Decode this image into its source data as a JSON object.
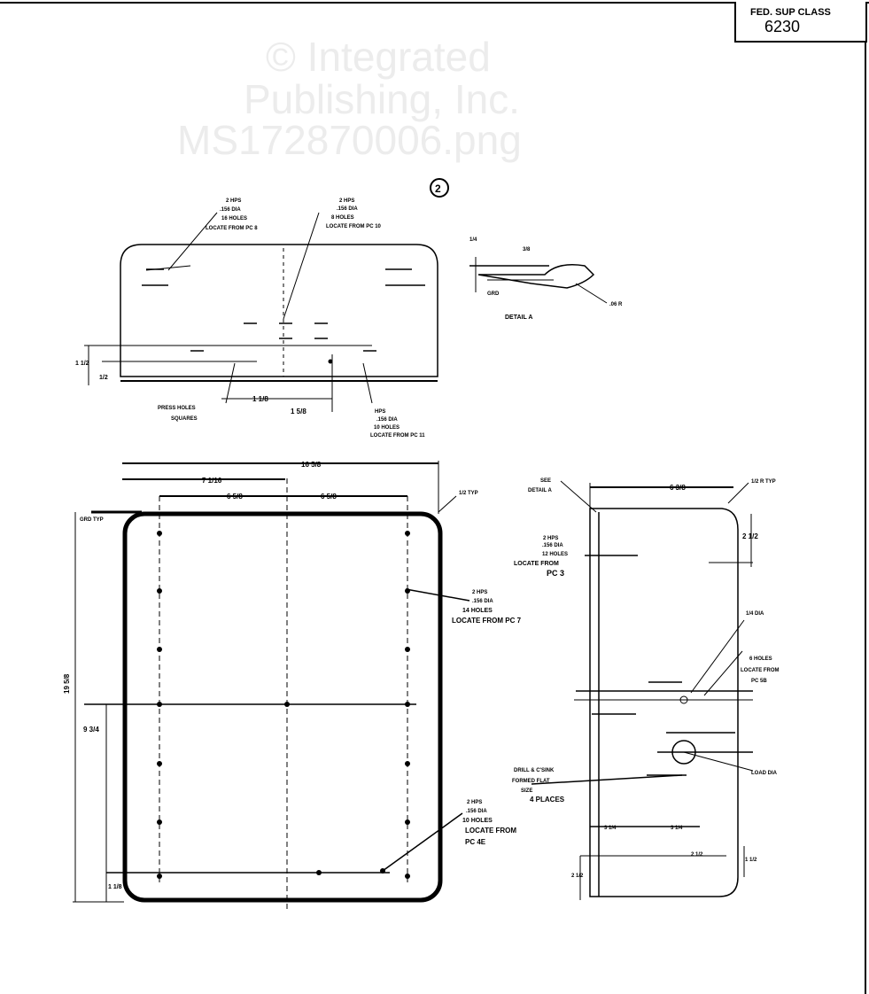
{
  "title_block": {
    "label": "FED. SUP CLASS",
    "value": "6230"
  },
  "sheet_marker": "2",
  "watermark": [
    "© Integrated",
    "Publishing, Inc.",
    "MS172870006.png"
  ],
  "top_view": {
    "callout_left": [
      "2 HPS",
      ".156 DIA",
      "16 HOLES",
      "LOCATE FROM PC 8"
    ],
    "callout_mid": [
      "2 HPS",
      ".156 DIA",
      "8 HOLES",
      "LOCATE FROM PC 10"
    ],
    "callout_bottom_left": [
      "PRESS HOLES",
      "SQUARES"
    ],
    "callout_bottom_right": [
      "HPS",
      ".156 DIA",
      "10 HOLES",
      "LOCATE FROM PC 11"
    ],
    "dims": [
      "1 1/2",
      "1/2",
      "1 1/8",
      "1 5/8"
    ]
  },
  "detail_a": {
    "label": "DETAIL A",
    "radius": ".06 R",
    "dims": [
      "1/4",
      "3/8"
    ],
    "note": "GRD"
  },
  "front_view": {
    "dims": {
      "overall_width": "16 5/8",
      "a": "7 1/16",
      "b": "6 5/8",
      "c": "6 5/8",
      "overall_height": "19 5/8",
      "half_height": "9 3/4",
      "bottom": "1 1/8",
      "corner": "1/2 TYP",
      "edge": "GRD TYP"
    },
    "callout_right": [
      "2 HPS",
      ".156 DIA",
      "14 HOLES",
      "LOCATE FROM PC 7"
    ],
    "callout_bottom": [
      "2 HPS",
      ".156 DIA",
      "10 HOLES",
      "LOCATE FROM",
      "PC 4E"
    ]
  },
  "side_view": {
    "see_detail": [
      "SEE",
      "DETAIL A"
    ],
    "width": "6 3/8",
    "corner": "1/2 R TYP",
    "top_dim": "2 1/2",
    "callout_top": [
      "2 HPS",
      ".156 DIA",
      "12 HOLES",
      "LOCATE FROM",
      "PC 3"
    ],
    "callout_right": [
      "1/4 DIA"
    ],
    "callout_right2": [
      "6 HOLES",
      "LOCATE FROM",
      "PC 5B"
    ],
    "callout_well": [
      "DRILL & C'SINK",
      "FORMED FLAT",
      "SIZE",
      "4 PLACES"
    ],
    "load_dia": "LOAD DIA",
    "bottom_dims": [
      "3 1/4",
      "3 1/4",
      "2 1/2",
      "1 1/2",
      "2 1/2"
    ]
  }
}
